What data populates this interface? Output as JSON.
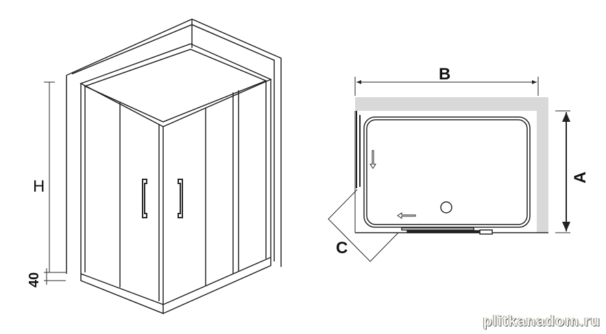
{
  "elevation": {
    "height_label": "H",
    "base_label": "40"
  },
  "plan": {
    "width_label": "B",
    "depth_label": "A",
    "opening_label": "C"
  },
  "watermark": "plitkanadom.ru",
  "colors": {
    "line": "#222222",
    "wall": "#d9d9d9"
  }
}
